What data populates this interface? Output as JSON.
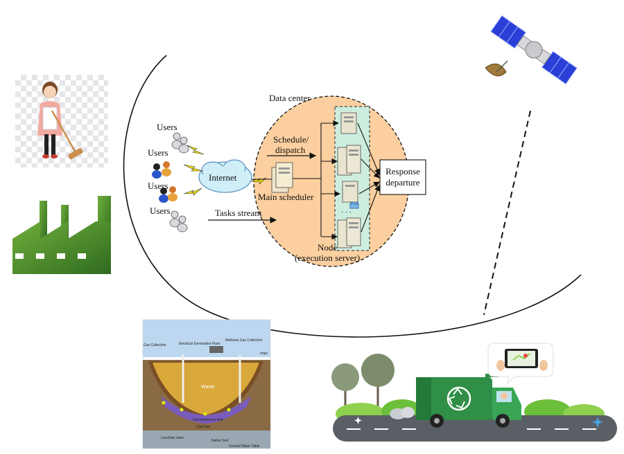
{
  "diagram": {
    "data_center_label": "Data center",
    "users_labels": [
      "Users",
      "Users",
      "Users",
      "Users"
    ],
    "internet_label": "Internet",
    "schedule_label_line1": "Schedule/",
    "schedule_label_line2": "dispatch",
    "main_scheduler_label": "Main scheduler",
    "tasks_stream_label": "Tasks stream",
    "response_line1": "Response",
    "response_line2": "departure",
    "node_line1": "Node",
    "node_line2": "(execution server)",
    "dots": "· · ·"
  },
  "landfill": {
    "title_labels": [
      "Methane Gas Collection",
      "Electrical Generation Plant",
      "Gas Collection",
      "Impe"
    ],
    "waste_label": "Waste",
    "bottom_labels": [
      "Leachate drain",
      "Geomembrane liner",
      "Clay liner",
      "Native Soil",
      "Ground Water Table"
    ]
  },
  "colors": {
    "orange_fill": "#fbcf9f",
    "server_column": "#cdeedf",
    "leaf_green": "#4b8a2a",
    "truck_green": "#2f8f46",
    "road": "#5a5f66",
    "solar_blue": "#2a3fd6"
  }
}
